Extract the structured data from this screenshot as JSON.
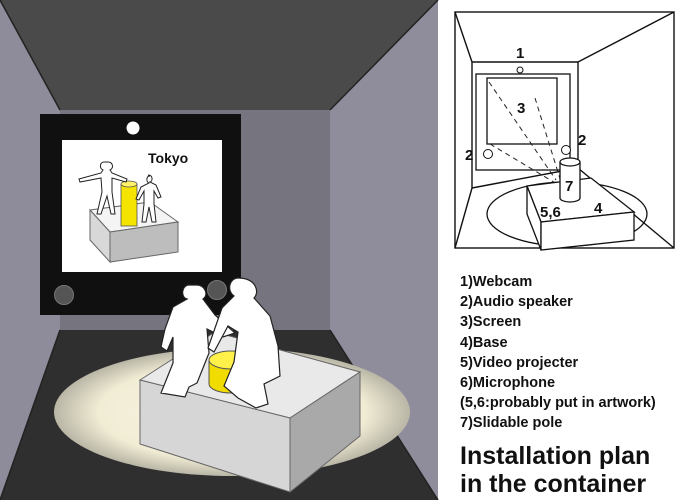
{
  "screen_caption": "Tokyo",
  "plan_labels": {
    "webcam": "1",
    "screen": "3",
    "speaker_left": "2",
    "speaker_right": "2",
    "pole": "7",
    "projector_mic": "5,6",
    "base": "4"
  },
  "legend": [
    "1)Webcam",
    "2)Audio speaker",
    "3)Screen",
    "4)Base",
    "5)Video projecter",
    "6)Microphone",
    "(5,6:probably put in artwork)",
    "7)Slidable pole"
  ],
  "caption": {
    "line1": "Installation plan",
    "line2": "in the container"
  },
  "colors": {
    "ceiling": "#4a4a4a",
    "side_walls": "#8e8c9a",
    "floor": "#2f2f2f",
    "cylinder": "#f5e400",
    "light_pool": "#f4f0dc"
  }
}
